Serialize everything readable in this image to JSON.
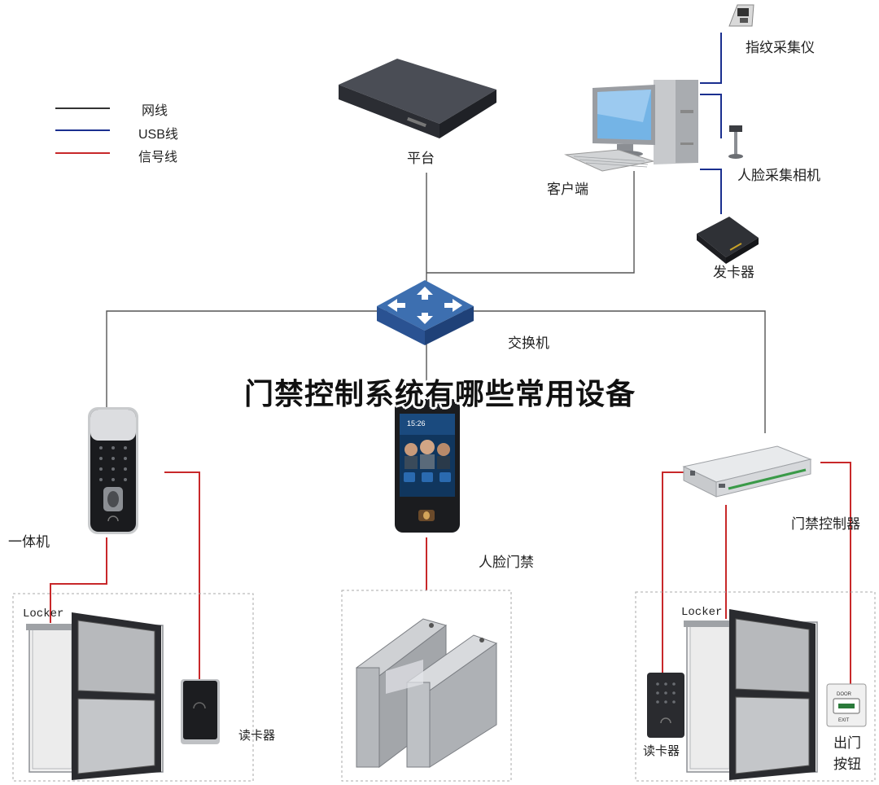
{
  "title": "门禁控制系统有哪些常用设备",
  "legend": [
    {
      "label": "网线",
      "color": "#333333"
    },
    {
      "label": "USB线",
      "color": "#1a2f8f"
    },
    {
      "label": "信号线",
      "color": "#c8282a"
    }
  ],
  "devices": {
    "platform": "平台",
    "client": "客户端",
    "fingerprint": "指纹采集仪",
    "face_camera": "人脸采集相机",
    "card_issuer": "发卡器",
    "switch": "交换机",
    "all_in_one": "一体机",
    "face_access": "人脸门禁",
    "controller": "门禁控制器",
    "reader_left": "读卡器",
    "reader_right": "读卡器",
    "locker_left": "Locker",
    "locker_right": "Locker",
    "exit_button_line1": "出门",
    "exit_button_line2": "按钮",
    "terminal_time": "15:26",
    "door_sign": "DOOR",
    "exit_sign": "EXIT"
  }
}
